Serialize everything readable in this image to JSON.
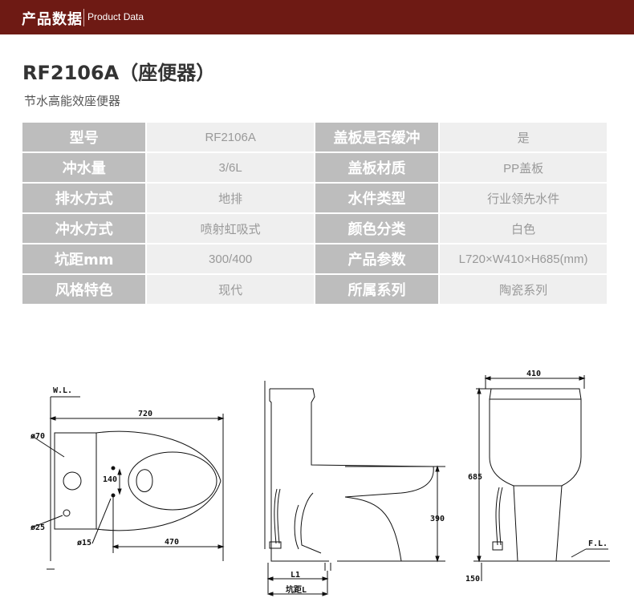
{
  "header": {
    "title": "产品数据",
    "subtitle": "Product Data"
  },
  "product": {
    "model_title": "RF2106A（座便器）",
    "subtitle": "节水高能效座便器"
  },
  "specs": [
    {
      "label1": "型号",
      "value1": "RF2106A",
      "label2": "盖板是否缓冲",
      "value2": "是"
    },
    {
      "label1": "冲水量",
      "value1": "3/6L",
      "label2": "盖板材质",
      "value2": "PP盖板"
    },
    {
      "label1": "排水方式",
      "value1": "地排",
      "label2": "水件类型",
      "value2": "行业领先水件"
    },
    {
      "label1": "冲水方式",
      "value1": "喷射虹吸式",
      "label2": "颜色分类",
      "value2": "白色"
    },
    {
      "label1": "坑距mm",
      "value1": "300/400",
      "label2": "产品参数",
      "value2": "L720×W410×H685(mm)"
    },
    {
      "label1": "风格特色",
      "value1": "现代",
      "label2": "所属系列",
      "value2": "陶瓷系列"
    }
  ],
  "drawing": {
    "top_view": {
      "wl": "W.L.",
      "length": "720",
      "d70": "ø70",
      "d25": "ø25",
      "d15": "ø15",
      "hole_gap": "140",
      "seat_dist": "470"
    },
    "side_view": {
      "height": "390",
      "l1": "L1",
      "pit": "坑距L"
    },
    "front_view": {
      "width": "410",
      "height": "685",
      "base": "150",
      "fl": "F.L."
    }
  }
}
